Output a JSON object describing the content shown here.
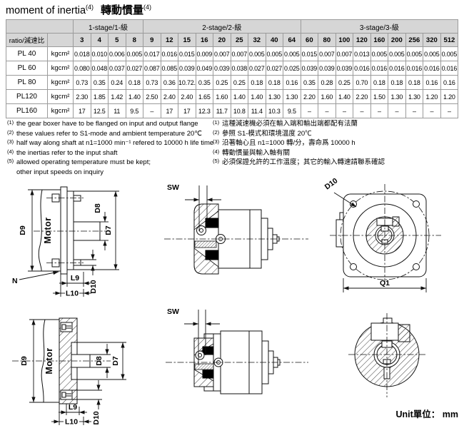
{
  "title": {
    "en": "moment of inertia",
    "en_sup": "(4)",
    "zh": "轉動慣量",
    "zh_sup": "(4)"
  },
  "table": {
    "ratio_label": "ratio/減速比",
    "unit": "kgcm²",
    "stage_groups": [
      {
        "label": "1-stage/1-級",
        "span": 4
      },
      {
        "label": "2-stage/2-級",
        "span": 9
      },
      {
        "label": "3-stage/3-級",
        "span": 9
      }
    ],
    "ratios": [
      "3",
      "4",
      "5",
      "8",
      "9",
      "12",
      "15",
      "16",
      "20",
      "25",
      "32",
      "40",
      "64",
      "60",
      "80",
      "100",
      "120",
      "160",
      "200",
      "256",
      "320",
      "512"
    ],
    "rows": [
      {
        "model": "PL 40",
        "values": [
          "0.018",
          "0.010",
          "0.006",
          "0.005",
          "0.017",
          "0.016",
          "0.015",
          "0.009",
          "0.007",
          "0.007",
          "0.005",
          "0.005",
          "0.005",
          "0.015",
          "0.007",
          "0.007",
          "0.013",
          "0.005",
          "0.005",
          "0.005",
          "0.005",
          "0.005"
        ]
      },
      {
        "model": "PL 60",
        "values": [
          "0.080",
          "0.048",
          "0.037",
          "0.027",
          "0.087",
          "0.085",
          "0.039",
          "0.049",
          "0.039",
          "0.038",
          "0.027",
          "0.027",
          "0.025",
          "0.039",
          "0.039",
          "0.039",
          "0.016",
          "0.016",
          "0.016",
          "0.016",
          "0.016",
          "0.016"
        ]
      },
      {
        "model": "PL 80",
        "values": [
          "0.73",
          "0.35",
          "0.24",
          "0.18",
          "0.73",
          "0.36",
          "10.72.",
          "0.35",
          "0.25",
          "0.25",
          "0.18",
          "0.18",
          "0.16",
          "0.35",
          "0.28",
          "0.25",
          "0.70",
          "0.18",
          "0.18",
          "0.18",
          "0.16",
          "0.16"
        ]
      },
      {
        "model": "PL120",
        "values": [
          "2.30",
          "1.85",
          "1.42",
          "1.40",
          "2.50",
          "2.40",
          "2.40",
          "1.65",
          "1.60",
          "1.40",
          "1.40",
          "1.30",
          "1.30",
          "2.20",
          "1.60",
          "1.40",
          "2.20",
          "1.50",
          "1.30",
          "1.30",
          "1.20",
          "1.20"
        ]
      },
      {
        "model": "PL160",
        "values": [
          "17",
          "12.5",
          "11",
          "9.5",
          "–",
          "17",
          "17",
          "12.3",
          "11.7",
          "10.8",
          "11.4",
          "10.3",
          "9.5",
          "–",
          "–",
          "–",
          "–",
          "–",
          "–",
          "–",
          "–",
          "–"
        ]
      }
    ]
  },
  "footnotes": {
    "en": [
      {
        "sup": "(1)",
        "text": "the gear boxer have to be flanged on input and output flange"
      },
      {
        "sup": "(2)",
        "text": "these values refer to S1-mode and ambient temperature 20℃"
      },
      {
        "sup": "(3)",
        "text": "half way along shaft at n1=1000 min⁻¹ refered to 10000 h life time"
      },
      {
        "sup": "(4)",
        "text": "the inertias refer to the input shaft"
      },
      {
        "sup": "(5)",
        "text": "allowed operating temperature must be kept;",
        "text2": "other input speeds on inquiry"
      }
    ],
    "zh": [
      {
        "sup": "(1)",
        "text": "這種減速機必須在輸入端和輸出端都配有法蘭"
      },
      {
        "sup": "(2)",
        "text": "參照 S1-模式和環境溫度 20℃"
      },
      {
        "sup": "(3)",
        "text": "沿著軸心且 n1=1000 轉/分，壽命爲 10000 h"
      },
      {
        "sup": "(4)",
        "text": "轉動慣量與輸入軸有關"
      },
      {
        "sup": "(5)",
        "text": "必須保證允許的工作溫度；其它的輸入轉速請聯系確認"
      }
    ]
  },
  "drawings": {
    "motor_label": "Motor",
    "labels": {
      "d7": "D7",
      "d8": "D8",
      "d9": "D9",
      "d10": "D10",
      "l9": "L9",
      "l10": "L10",
      "n": "N",
      "sw": "SW",
      "q1": "Q1"
    },
    "unit_note": "Unit單位： mm"
  }
}
